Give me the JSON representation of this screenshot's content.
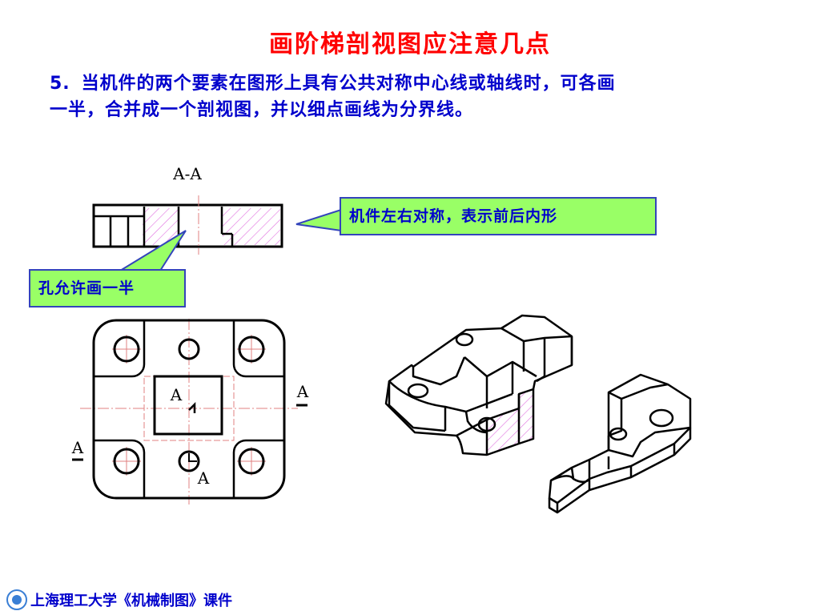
{
  "title": "画阶梯剖视图应注意几点",
  "paragraph": {
    "number": "5.",
    "line1": "当机件的两个要素在图形上具有公共对称中心线或轴线时，可各画",
    "line2": "一半，合并成一个剖视图，并以细点画线为分界线。"
  },
  "section_label": "A-A",
  "callouts": {
    "right": "机件左右对称，表示前后内形",
    "left": "孔允许画一半"
  },
  "marks": {
    "a": "A"
  },
  "footer": "上海理工大学《机械制图》课件",
  "colors": {
    "title": "#ff0000",
    "text": "#0000cc",
    "callout_fill": "#99ff66",
    "callout_border": "#3344bb",
    "hatch": "#e070e0",
    "centerline": "#e08080",
    "line": "#000000",
    "footer": "#0000cc"
  },
  "icons": {
    "logo": "university-seal-icon"
  }
}
